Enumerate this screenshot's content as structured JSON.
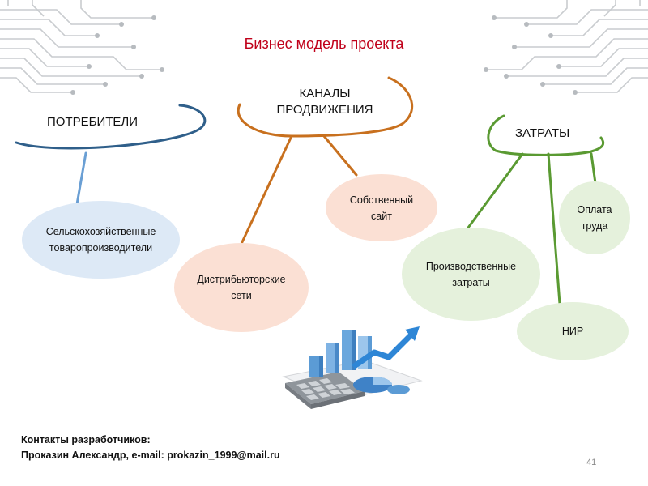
{
  "title": "Бизнес модель проекта",
  "headings": {
    "consumers": "ПОТРЕБИТЕЛИ",
    "channels_line1": "КАНАЛЫ",
    "channels_line2": "ПРОДВИЖЕНИЯ",
    "costs": "ЗАТРАТЫ"
  },
  "nodes": {
    "agri_line1": "Сельскохозяйственные",
    "agri_line2": "товаропроизводители",
    "distrib_line1": "Дистрибьюторские",
    "distrib_line2": "сети",
    "site_line1": "Собственный",
    "site_line2": "сайт",
    "production_line1": "Производственные",
    "production_line2": "затраты",
    "labor_line1": "Оплата",
    "labor_line2": "труда",
    "rnd": "НИР"
  },
  "contacts": {
    "line1": "Контакты разработчиков:",
    "line2": "Проказин Александр, e-mail: prokazin_1999@mail.ru"
  },
  "page_number": "41",
  "colors": {
    "title": "#c0001a",
    "consumers_line": "#2f5f8a",
    "consumers_connector": "#6a9fd4",
    "channels_line": "#c8701e",
    "costs_line": "#5a9a32",
    "blue_node": "#dde9f6",
    "peach_node": "#fbe0d4",
    "green_node": "#e5f1dc"
  }
}
